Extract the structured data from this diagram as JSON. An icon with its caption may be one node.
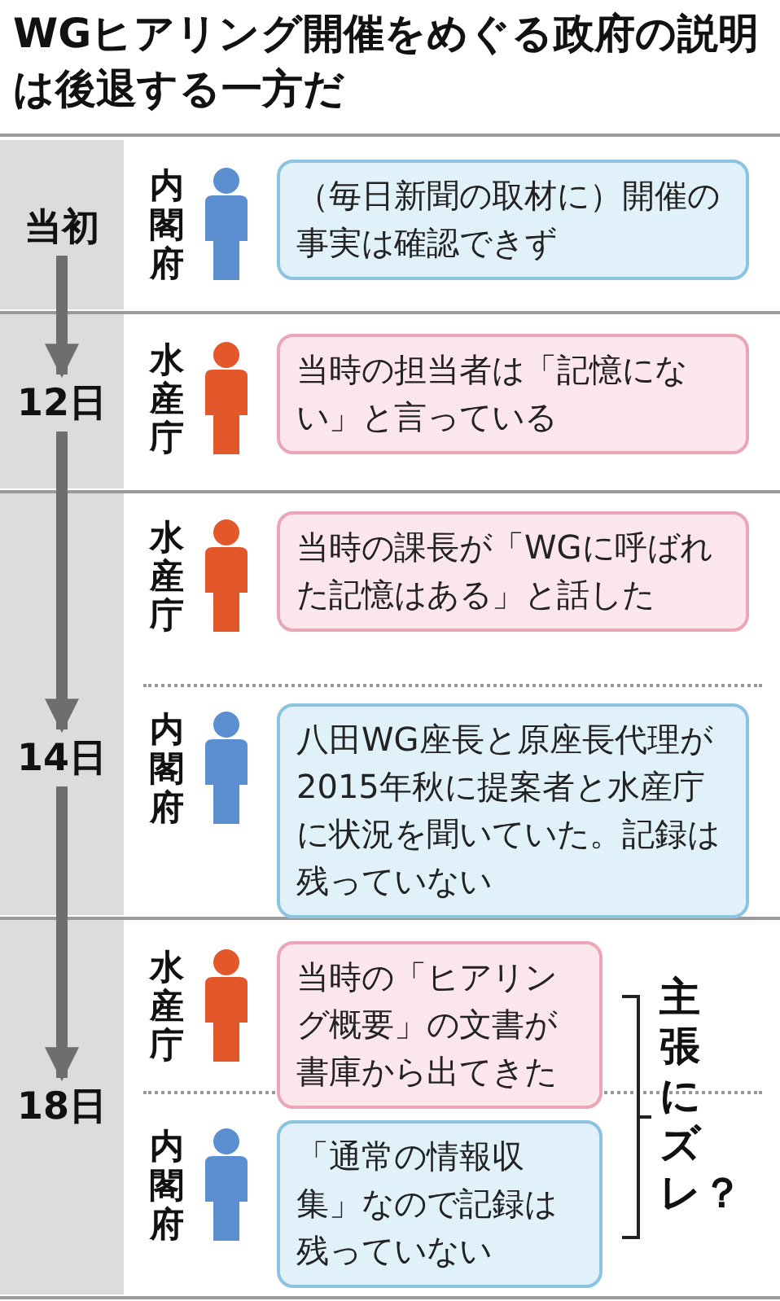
{
  "diagram": {
    "title": "WGヒアリング開催をめぐる政府の説明は後退する一方だ",
    "nodes": [
      {
        "text": [
          "当初"
        ]
      },
      {
        "text": [
          "12日"
        ]
      },
      {
        "text": [
          "14日"
        ]
      },
      {
        "text": [
          "18日"
        ]
      },
      {
        "text": [
          "（毎日新聞の取材に）開催の事実は確認できず"
        ],
        "beside": [
          "内閣府"
        ]
      },
      {
        "text": [
          "当時の担当者は「記憶にない」と言っている"
        ],
        "beside": [
          "水産庁"
        ]
      },
      {
        "text": [
          "当時の課長が「WGに呼ばれた記憶はある」と話した"
        ],
        "beside": [
          "水産庁"
        ]
      },
      {
        "text": [
          "八田WG座長と原座長代理が2015年秋に提案者と水産庁に状況を聞いていた。記録は残っていない"
        ],
        "beside": [
          "内閣府"
        ]
      },
      {
        "text": [
          "当時の「ヒアリング概要」の文書が書庫から出てきた"
        ],
        "beside": [
          "水産庁"
        ]
      },
      {
        "text": [
          "「通常の情報収集」なので記録は残っていない"
        ],
        "beside": [
          "内閣府"
        ]
      }
    ],
    "edges": [
      {
        "from": 0,
        "to": 1,
        "arrow": "to"
      },
      {
        "from": 1,
        "to": 2,
        "arrow": "to"
      },
      {
        "from": 2,
        "to": 3,
        "arrow": "to"
      }
    ],
    "labels": [
      "主張にズレ？"
    ]
  }
}
